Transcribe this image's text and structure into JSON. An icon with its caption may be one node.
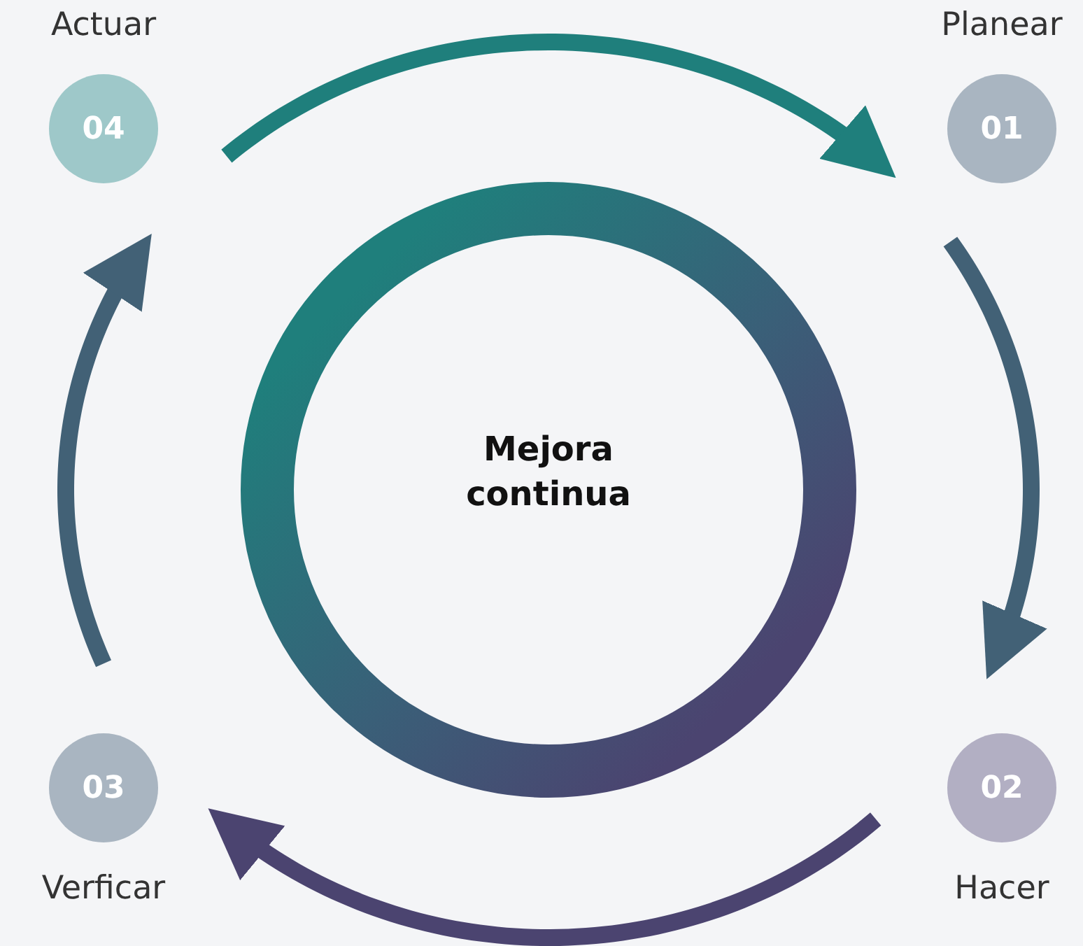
{
  "diagram": {
    "nodes": [
      {
        "text": [
          "Actuar",
          "04"
        ]
      },
      {
        "text": [
          "Planear",
          "01"
        ]
      },
      {
        "text": [
          "Mejora continua"
        ]
      },
      {
        "text": [
          "03",
          "Verficar"
        ]
      },
      {
        "text": [
          "02",
          "Hacer"
        ]
      }
    ],
    "edges": [
      {
        "from": 0,
        "to": 1,
        "arrow": "to",
        "color": "#1f7f7c"
      },
      {
        "from": 1,
        "to": 4,
        "arrow": "to",
        "color": "#426176"
      },
      {
        "from": 4,
        "to": 3,
        "arrow": "to",
        "color": "#4b4470"
      },
      {
        "from": 3,
        "to": 0,
        "arrow": "to",
        "color": "#426176"
      }
    ]
  }
}
